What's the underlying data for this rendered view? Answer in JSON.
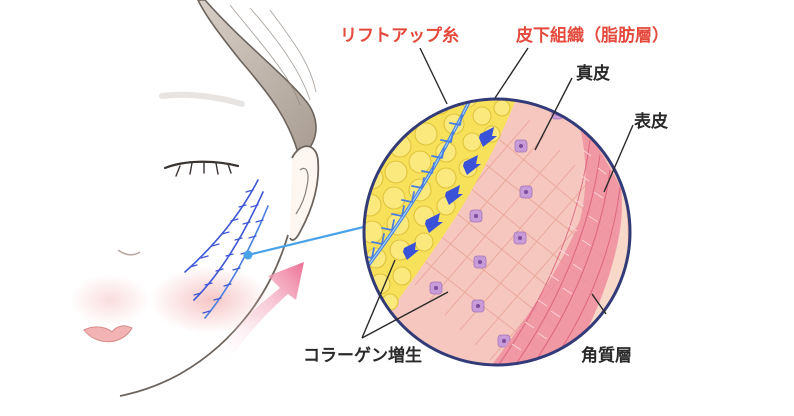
{
  "labels": {
    "lift_thread": "リフトアップ糸",
    "subcutaneous": "皮下組織（脂肪層）",
    "dermis": "真皮",
    "epidermis": "表皮",
    "stratum_corneum": "角質層",
    "collagen": "コラーゲン増生"
  },
  "colors": {
    "accent_red": "#e4493c",
    "label_dark": "#2a2a2a",
    "thread_blue": "#4a7ee0",
    "arrow_blue": "#3a52d8",
    "fat_yellow": "#f7e15a",
    "dermis_pink": "#f6c7be",
    "epidermis_pink": "#ee8fa0",
    "rise_arrow_pink": "#ee7a9c"
  }
}
